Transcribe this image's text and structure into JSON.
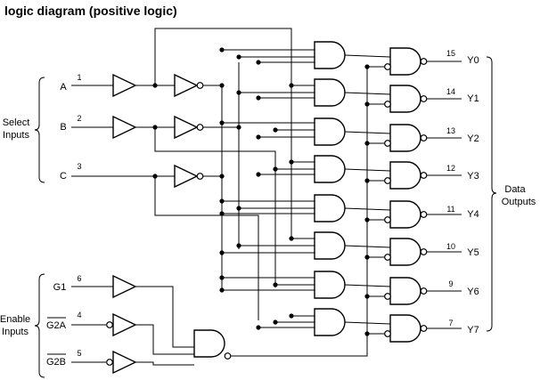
{
  "title": "logic diagram (positive logic)",
  "groups": {
    "select": [
      "Select",
      "Inputs"
    ],
    "enable": [
      "Enable",
      "Inputs"
    ],
    "data": [
      "Data",
      "Outputs"
    ]
  },
  "inputs": [
    {
      "name": "A",
      "pin": "1"
    },
    {
      "name": "B",
      "pin": "2"
    },
    {
      "name": "C",
      "pin": "3"
    },
    {
      "name": "G1",
      "pin": "6"
    },
    {
      "name": "G2A",
      "pin": "4",
      "overbar": true
    },
    {
      "name": "G2B",
      "pin": "5",
      "overbar": true
    }
  ],
  "outputs": [
    {
      "name": "Y0",
      "pin": "15"
    },
    {
      "name": "Y1",
      "pin": "14"
    },
    {
      "name": "Y2",
      "pin": "13"
    },
    {
      "name": "Y3",
      "pin": "12"
    },
    {
      "name": "Y4",
      "pin": "11"
    },
    {
      "name": "Y5",
      "pin": "10"
    },
    {
      "name": "Y6",
      "pin": "9"
    },
    {
      "name": "Y7",
      "pin": "7"
    }
  ]
}
